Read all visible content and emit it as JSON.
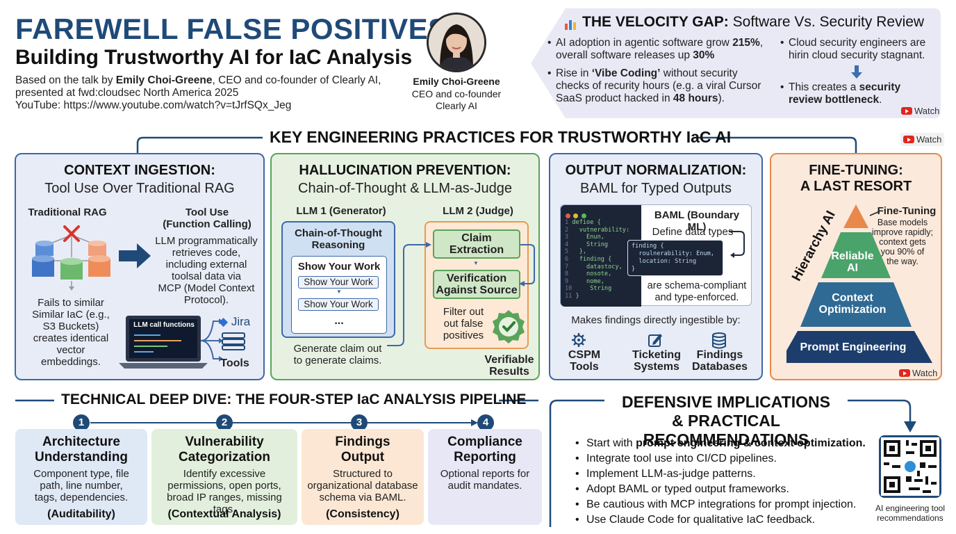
{
  "header": {
    "title_line1": "FAREWELL FALSE POSITIVES:",
    "title_line2": "Building Trustworthy AI for IaC Analysis",
    "intro_prefix": "Based on the talk by ",
    "speaker_bold": "Emily Choi-Greene",
    "intro_rest": ", CEO and co-founder of Clearly AI,",
    "intro_line2": "presented at fwd:cloudsec North America 2025",
    "intro_line3": "YouTube: https://www.youtube.com/watch?v=tJrfSQx_Jeg",
    "speaker_name": "Emily Choi-Greene",
    "speaker_role_1": "CEO and co-founder",
    "speaker_role_2": "Clearly AI"
  },
  "velocity_gap": {
    "title_bold": "THE VELOCITY GAP:",
    "title_rest": " Software Vs. Security Review",
    "item1_a": "AI adoption in agentic software grow ",
    "item1_b": "215%",
    "item1_c": ",",
    "item1_d": "overall software releases up ",
    "item1_e": "30%",
    "item2_a": "Rise in ",
    "item2_b": "‘Vibe Coding’",
    "item2_c": " without security",
    "item2_d": "checks of recurity hours (e.g. a viral Cursor",
    "item2_e": "SaaS product hacked in ",
    "item2_f": "48 hours",
    "item2_g": ").",
    "item3_a": "Cloud security engineers are",
    "item3_b": "hirin cloud security stagnant.",
    "item4_a": "This creates a ",
    "item4_b": "security",
    "item4_c": "review bottleneck",
    "item4_d": ".",
    "watch": "Watch"
  },
  "practices": {
    "heading": "KEY ENGINEERING PRACTICES FOR TRUSTWORTHY IaC AI",
    "watch": "Watch",
    "context": {
      "title": "CONTEXT INGESTION:",
      "subtitle": "Tool Use Over Traditional RAG",
      "rag_label": "Traditional RAG",
      "tool_label_1": "Tool Use",
      "tool_label_2": "(Function Calling)",
      "tool_desc": [
        "LLM programmatically",
        "retrieves code,",
        "including external",
        "toolsal data via",
        "MCP (Model Context",
        "Protocol)."
      ],
      "rag_desc": [
        "Fails to similar",
        "Similar IaC (e.g.,",
        "S3 Buckets)",
        "creates identical",
        "vector",
        "embeddings."
      ],
      "laptop_label": "LLM call functions",
      "jira": "Jira",
      "tools": "Tools"
    },
    "hallucination": {
      "title": "HALLUCINATION PREVENTION:",
      "subtitle": "Chain-of-Thought & LLM-as-Judge",
      "llm1": "LLM 1 (Generator)",
      "llm2": "LLM 2 (Judge)",
      "cot_1": "Chain-of-Thought",
      "cot_2": "Reasoning",
      "show_work": "Show Your Work",
      "show_work_a": "Show Your Work",
      "show_work_b": "Show Your Work",
      "ellipsis": "...",
      "claim_1": "Claim",
      "claim_2": "Extraction",
      "verify_1": "Verification",
      "verify_2": "Against Source",
      "filter": [
        "Filter out",
        "out false",
        "positives"
      ],
      "generate": [
        "Generate claim out",
        "to generate claims."
      ],
      "verifiable_1": "Verifiable",
      "verifiable_2": "Results"
    },
    "output": {
      "title": "OUTPUT NORMALIZATION:",
      "subtitle": "BAML for Typed Outputs",
      "baml": "BAML (Boundary ML)",
      "define": "Define data types",
      "code_lines": [
        "defioe {",
        "  vutnerability:",
        "    Enun,",
        "    String",
        "  },",
        "  finding {",
        "    datastocy,",
        "    nosote,",
        "    nome,",
        "    String",
        "}"
      ],
      "popup_lines": [
        "finding {",
        "  roulnerability: Enum,",
        "  location: String",
        "}"
      ],
      "schema_1": "are schema-compliant",
      "schema_2": "and type-enforced.",
      "ingestible": "Makes findings directly ingestible by:",
      "targets": [
        {
          "l1": "CSPM",
          "l2": "Tools"
        },
        {
          "l1": "Ticketing",
          "l2": "Systems"
        },
        {
          "l1": "Findings",
          "l2": "Databases"
        }
      ]
    },
    "finetune": {
      "title_1": "FINE-TUNING:",
      "title_2": "A LAST RESORT",
      "hierarchy": "Hierarchy AI",
      "ft_label": "Fine-Tuning",
      "ft_desc": [
        "Base models",
        "improve rapidly;",
        "context gets",
        "you 90% of",
        "the way."
      ],
      "reliable_1": "Reliable",
      "reliable_2": "AI",
      "context_1": "Context",
      "context_2": "Optimization",
      "prompt": "Prompt Engineering",
      "watch": "Watch"
    }
  },
  "pipeline": {
    "heading": "TECHNICAL DEEP DIVE: THE FOUR-STEP IaC ANALYSIS PIPELINE",
    "steps": [
      {
        "num": "1",
        "t1": "Architecture",
        "t2": "Understanding",
        "body": [
          "Component type, file",
          "path, line number,",
          "tags, dependencies."
        ],
        "tag": "(Auditability)"
      },
      {
        "num": "2",
        "t1": "Vulnerability",
        "t2": "Categorization",
        "body": [
          "Identify excessive",
          "permissions, open ports,",
          "broad IP ranges, missing tags."
        ],
        "tag": "(Contextual Analysis)"
      },
      {
        "num": "3",
        "t1": "Findings",
        "t2": "Output",
        "body": [
          "Structured to",
          "organizational database",
          "schema via BAML."
        ],
        "tag": "(Consistency)"
      },
      {
        "num": "4",
        "t1": "Compliance",
        "t2": "Reporting",
        "body": [
          "Optional reports for",
          "audit mandates."
        ],
        "tag": ""
      }
    ]
  },
  "recommendations": {
    "title_1": "DEFENSIVE IMPLICATIONS",
    "title_2": "& PRACTICAL RECOMMENDATIONS",
    "r1_bold": "Start with ",
    "r1_b": "prompt engineering & context optimization.",
    "r2": "Integrate tool use into CI/CD pipelines.",
    "r3": "Implement LLM-as-judge patterns.",
    "r4": "Adopt BAML or typed output frameworks.",
    "r5": "Be cautious with MCP integrations for prompt injection.",
    "r6": "Use Claude Code for qualitative IaC feedback.",
    "qr_caption_1": "AI engineering tool",
    "qr_caption_2": "recommendations"
  },
  "colors": {
    "navy": "#1f4a78",
    "blue_card": "#e8ecf7",
    "green_card": "#e6f1e2",
    "peach_card": "#fbe9dc",
    "purple_card": "#e9e9f6"
  }
}
